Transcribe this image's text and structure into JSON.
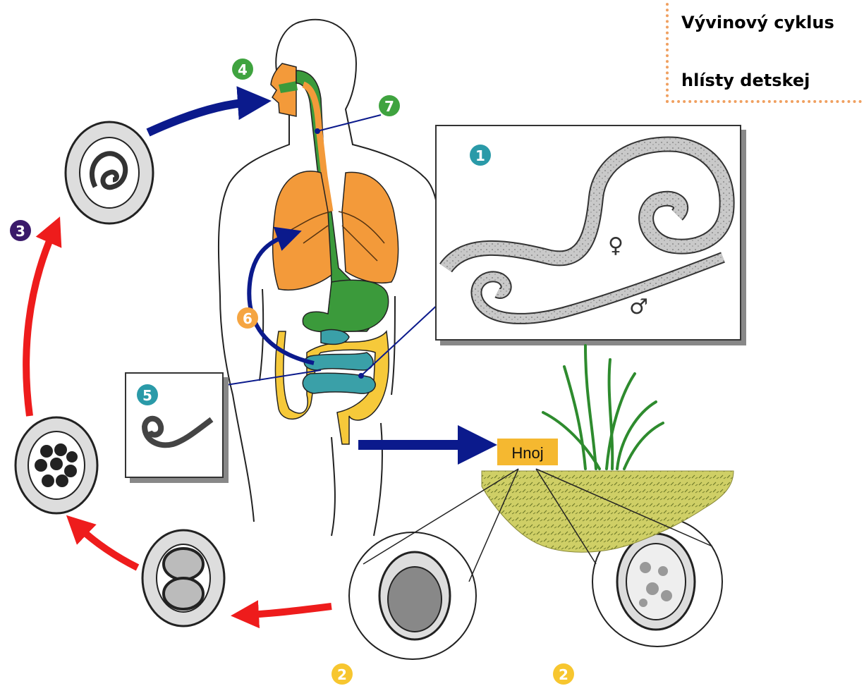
{
  "title": {
    "line1": "Vývinový cyklus",
    "line2": "hlísty detskej"
  },
  "labels": {
    "manure": "Hnoj",
    "female_symbol": "♀",
    "male_symbol": "♂"
  },
  "steps": [
    "1",
    "2",
    "2",
    "3",
    "4",
    "5",
    "6",
    "7"
  ],
  "colors": {
    "step_teal": "#2a9aa8",
    "step_green": "#3fa33f",
    "step_orange": "#f5a542",
    "step_yellow": "#f7c62f",
    "step_purple": "#3a1a6a",
    "arrow_red": "#ee1c1c",
    "arrow_blue": "#0b1a8c",
    "lungs": "#f39a3a",
    "esophagus": "#3b9a3b",
    "intestine_small": "#3aa0a8",
    "intestine_large": "#f6c93a",
    "manure_label": "#f5b830",
    "soil": "#c8c85a"
  }
}
